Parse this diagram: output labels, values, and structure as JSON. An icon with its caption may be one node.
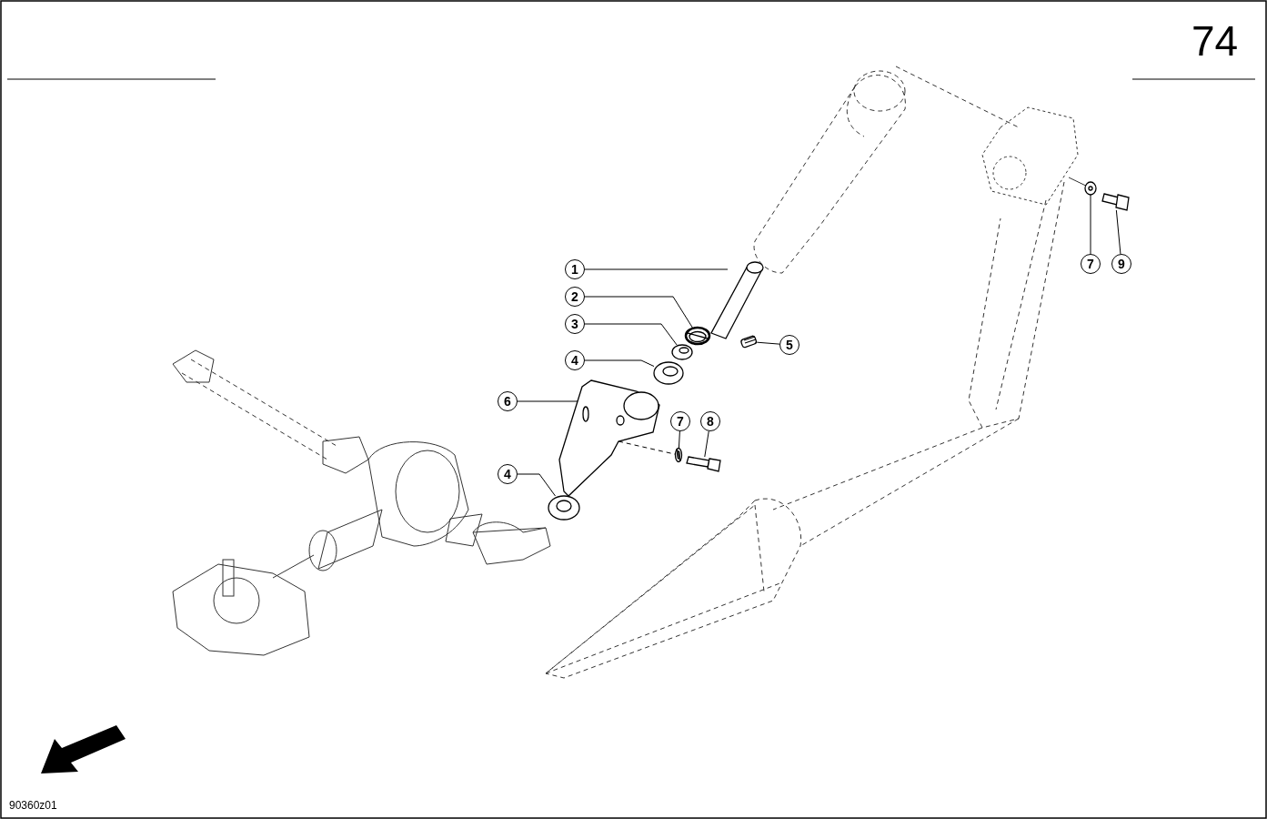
{
  "diagram": {
    "nodes": [
      {
        "text": [
          "1"
        ]
      },
      {
        "text": [
          "2"
        ]
      },
      {
        "text": [
          "3"
        ]
      },
      {
        "text": [
          "4"
        ]
      },
      {
        "text": [
          "5"
        ]
      },
      {
        "text": [
          "6"
        ]
      },
      {
        "text": [
          "7"
        ]
      },
      {
        "text": [
          "8"
        ]
      },
      {
        "text": [
          "4"
        ]
      },
      {
        "text": [
          "7"
        ]
      },
      {
        "text": [
          "9"
        ]
      },
      {
        "text": [],
        "shape": "picture"
      },
      {
        "text": [],
        "shape": "picture"
      },
      {
        "text": [],
        "shape": "picture"
      },
      {
        "text": [],
        "shape": "picture"
      },
      {
        "text": [],
        "shape": "picture"
      },
      {
        "text": [],
        "shape": "picture"
      },
      {
        "text": [],
        "shape": "picture"
      },
      {
        "text": [],
        "shape": "picture"
      },
      {
        "text": [],
        "shape": "picture"
      },
      {
        "text": [],
        "shape": "picture"
      },
      {
        "text": [],
        "shape": "picture"
      }
    ],
    "edges": [
      {
        "from": 0,
        "to": 11,
        "arrow": "none"
      },
      {
        "from": 1,
        "to": 12,
        "arrow": "none"
      },
      {
        "from": 2,
        "to": 13,
        "arrow": "none"
      },
      {
        "from": 3,
        "to": 14,
        "arrow": "none"
      },
      {
        "from": 4,
        "to": 15,
        "arrow": "none"
      },
      {
        "from": 5,
        "to": 16,
        "arrow": "none"
      },
      {
        "from": 6,
        "to": 17,
        "arrow": "none"
      },
      {
        "from": 7,
        "to": 18,
        "arrow": "none"
      },
      {
        "from": 8,
        "to": 19,
        "arrow": "none"
      },
      {
        "from": 9,
        "to": 20,
        "arrow": "none"
      },
      {
        "from": 10,
        "to": 21,
        "arrow": "none"
      },
      {
        "from": 16,
        "to": 17,
        "arrow": "none",
        "style": "dashed"
      }
    ],
    "labels": [
      "74",
      "90360z01"
    ]
  }
}
